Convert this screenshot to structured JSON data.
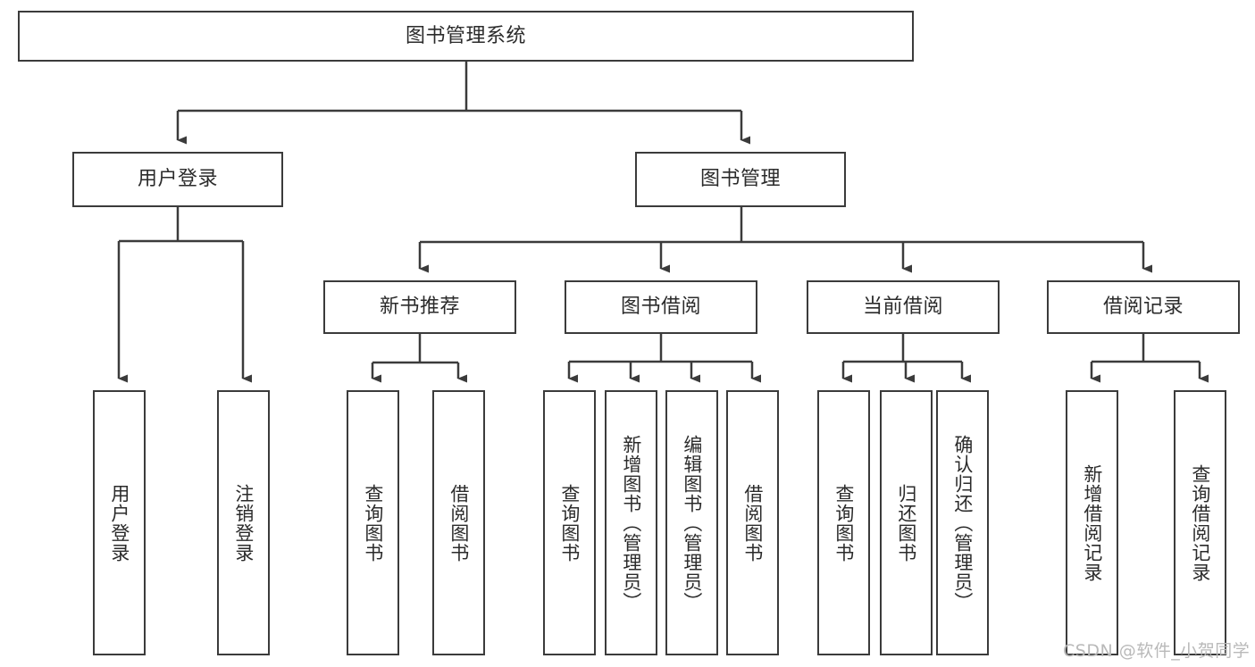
{
  "diagram": {
    "type": "hierarchy-tree",
    "title": "图书管理系统",
    "root": {
      "id": "root",
      "label": "图书管理系统"
    },
    "level2": [
      {
        "id": "user-login",
        "label": "用户登录"
      },
      {
        "id": "book-management",
        "label": "图书管理"
      }
    ],
    "level3": [
      {
        "id": "new-book-recommend",
        "label": "新书推荐",
        "parent": "book-management"
      },
      {
        "id": "book-borrow",
        "label": "图书借阅",
        "parent": "book-management"
      },
      {
        "id": "current-borrow",
        "label": "当前借阅",
        "parent": "book-management"
      },
      {
        "id": "borrow-record",
        "label": "借阅记录",
        "parent": "book-management"
      }
    ],
    "leaves": [
      {
        "id": "leaf-user-login",
        "label": "用户登录",
        "parent": "user-login"
      },
      {
        "id": "leaf-logout-login",
        "label": "注销登录",
        "parent": "user-login"
      },
      {
        "id": "leaf-query-book-1",
        "label": "查询图书",
        "parent": "new-book-recommend"
      },
      {
        "id": "leaf-borrow-book-1",
        "label": "借阅图书",
        "parent": "new-book-recommend"
      },
      {
        "id": "leaf-query-book-2",
        "label": "查询图书",
        "parent": "book-borrow"
      },
      {
        "id": "leaf-add-book",
        "label": "新增图书（管理员）",
        "parent": "book-borrow"
      },
      {
        "id": "leaf-edit-book",
        "label": "编辑图书（管理员）",
        "parent": "book-borrow"
      },
      {
        "id": "leaf-borrow-book-2",
        "label": "借阅图书",
        "parent": "book-borrow"
      },
      {
        "id": "leaf-query-book-3",
        "label": "查询图书",
        "parent": "current-borrow"
      },
      {
        "id": "leaf-return-book",
        "label": "归还图书",
        "parent": "current-borrow"
      },
      {
        "id": "leaf-confirm-return",
        "label": "确认归还（管理员）",
        "parent": "current-borrow"
      },
      {
        "id": "leaf-add-record",
        "label": "新增借阅记录",
        "parent": "borrow-record"
      },
      {
        "id": "leaf-query-record",
        "label": "查询借阅记录",
        "parent": "borrow-record"
      }
    ],
    "watermark": "CSDN @软件_小贺同学",
    "colors": {
      "stroke": "#3b3b3b",
      "text": "#2b2b2b",
      "background": "#ffffff",
      "watermark": "#b9b9b9"
    }
  }
}
